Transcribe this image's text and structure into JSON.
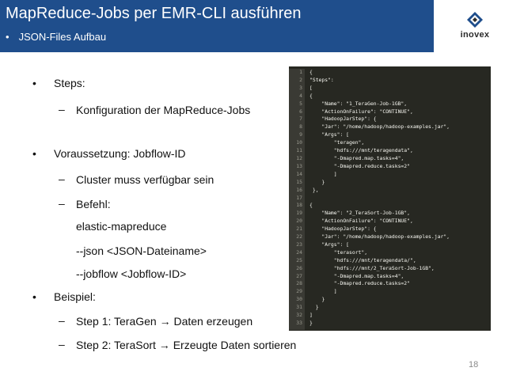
{
  "header": {
    "title": "MapReduce-Jobs per EMR-CLI ausführen",
    "subtitle_bullet": "•",
    "subtitle": "JSON-Files Aufbau",
    "accent": "#1f4e8c"
  },
  "logo": {
    "icon": "inovex-diamond-icon",
    "text": "inovex"
  },
  "bullets": {
    "symbol": "•",
    "dash": "–",
    "steps_label": "Steps:",
    "steps_sub1": "Konfiguration der MapReduce-Jobs",
    "prereq_label": "Voraussetzung: Jobflow-ID",
    "prereq_sub1": "Cluster muss verfügbar sein",
    "prereq_sub2": "Befehl:",
    "cmd1": "elastic-mapreduce",
    "cmd2": "--json <JSON-Dateiname>",
    "cmd3": "--jobflow <Jobflow-ID>",
    "example_label": "Beispiel:",
    "example_sub1": "Step 1: TeraGen → Daten erzeugen",
    "example_sub2": "Step 2: TeraSort → Erzeugte Daten sortieren"
  },
  "code": {
    "line_numbers": [
      "1",
      "2",
      "3",
      "4",
      "5",
      "6",
      "7",
      "8",
      "9",
      "10",
      "11",
      "12",
      "13",
      "14",
      "15",
      "16",
      "17",
      "18",
      "19",
      "20",
      "21",
      "22",
      "23",
      "24",
      "25",
      "26",
      "27",
      "28",
      "29",
      "30",
      "31",
      "32",
      "33"
    ],
    "lines": [
      "{",
      "\"Steps\":",
      "[",
      "{",
      "    \"Name\": \"1_TeraGen-Job-1GB\",",
      "    \"ActionOnFailure\": \"CONTINUE\",",
      "    \"HadoopJarStep\": {",
      "    \"Jar\": \"/home/hadoop/hadoop-examples.jar\",",
      "    \"Args\": [",
      "        \"teragen\",",
      "        \"hdfs:///mnt/teragendata\",",
      "        \"-Dmapred.map.tasks=4\",",
      "        \"-Dmapred.reduce.tasks=2\"",
      "        ]",
      "    }",
      " },",
      "",
      "{",
      "    \"Name\": \"2_TeraSort-Job-1GB\",",
      "    \"ActionOnFailure\": \"CONTINUE\",",
      "    \"HadoopJarStep\": {",
      "    \"Jar\": \"/home/hadoop/hadoop-examples.jar\",",
      "    \"Args\": [",
      "        \"terasort\",",
      "        \"hdfs:///mnt/teragendata/\",",
      "        \"hdfs:///mnt/2_TeraSort-Job-1GB\",",
      "        \"-Dmapred.map.tasks=4\",",
      "        \"-Dmapred.reduce.tasks=2\"",
      "        ]",
      "    }",
      "  }",
      "]",
      "}"
    ]
  },
  "page_number": "18"
}
